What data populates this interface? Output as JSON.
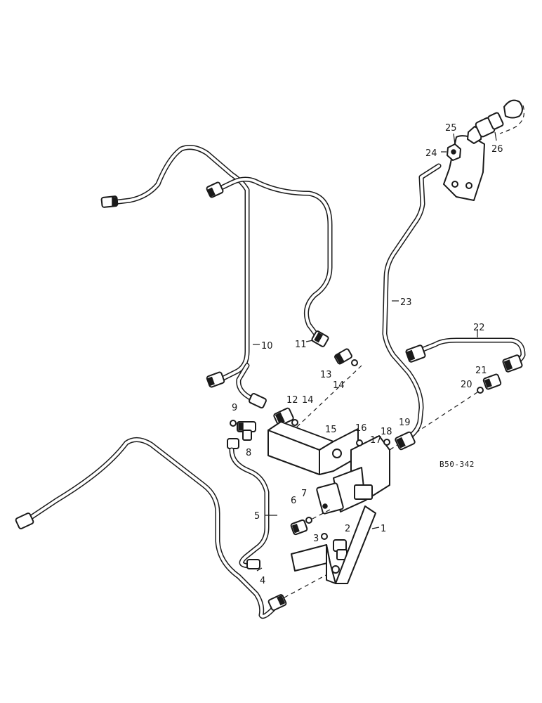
{
  "diagram": {
    "reference_code": "B50-342",
    "callouts": [
      {
        "id": "c1",
        "label": "1"
      },
      {
        "id": "c2",
        "label": "2"
      },
      {
        "id": "c3",
        "label": "3"
      },
      {
        "id": "c4",
        "label": "4"
      },
      {
        "id": "c5",
        "label": "5"
      },
      {
        "id": "c6",
        "label": "6"
      },
      {
        "id": "c7",
        "label": "7"
      },
      {
        "id": "c8",
        "label": "8"
      },
      {
        "id": "c9",
        "label": "9"
      },
      {
        "id": "c10",
        "label": "10"
      },
      {
        "id": "c11",
        "label": "11"
      },
      {
        "id": "c12",
        "label": "12"
      },
      {
        "id": "c13",
        "label": "13"
      },
      {
        "id": "c14a",
        "label": "14"
      },
      {
        "id": "c14b",
        "label": "14"
      },
      {
        "id": "c15",
        "label": "15"
      },
      {
        "id": "c16",
        "label": "16"
      },
      {
        "id": "c17",
        "label": "17"
      },
      {
        "id": "c18",
        "label": "18"
      },
      {
        "id": "c19",
        "label": "19"
      },
      {
        "id": "c20",
        "label": "20"
      },
      {
        "id": "c21",
        "label": "21"
      },
      {
        "id": "c22",
        "label": "22"
      },
      {
        "id": "c23",
        "label": "23"
      },
      {
        "id": "c24",
        "label": "24"
      },
      {
        "id": "c25",
        "label": "25"
      },
      {
        "id": "c26",
        "label": "26"
      }
    ]
  }
}
